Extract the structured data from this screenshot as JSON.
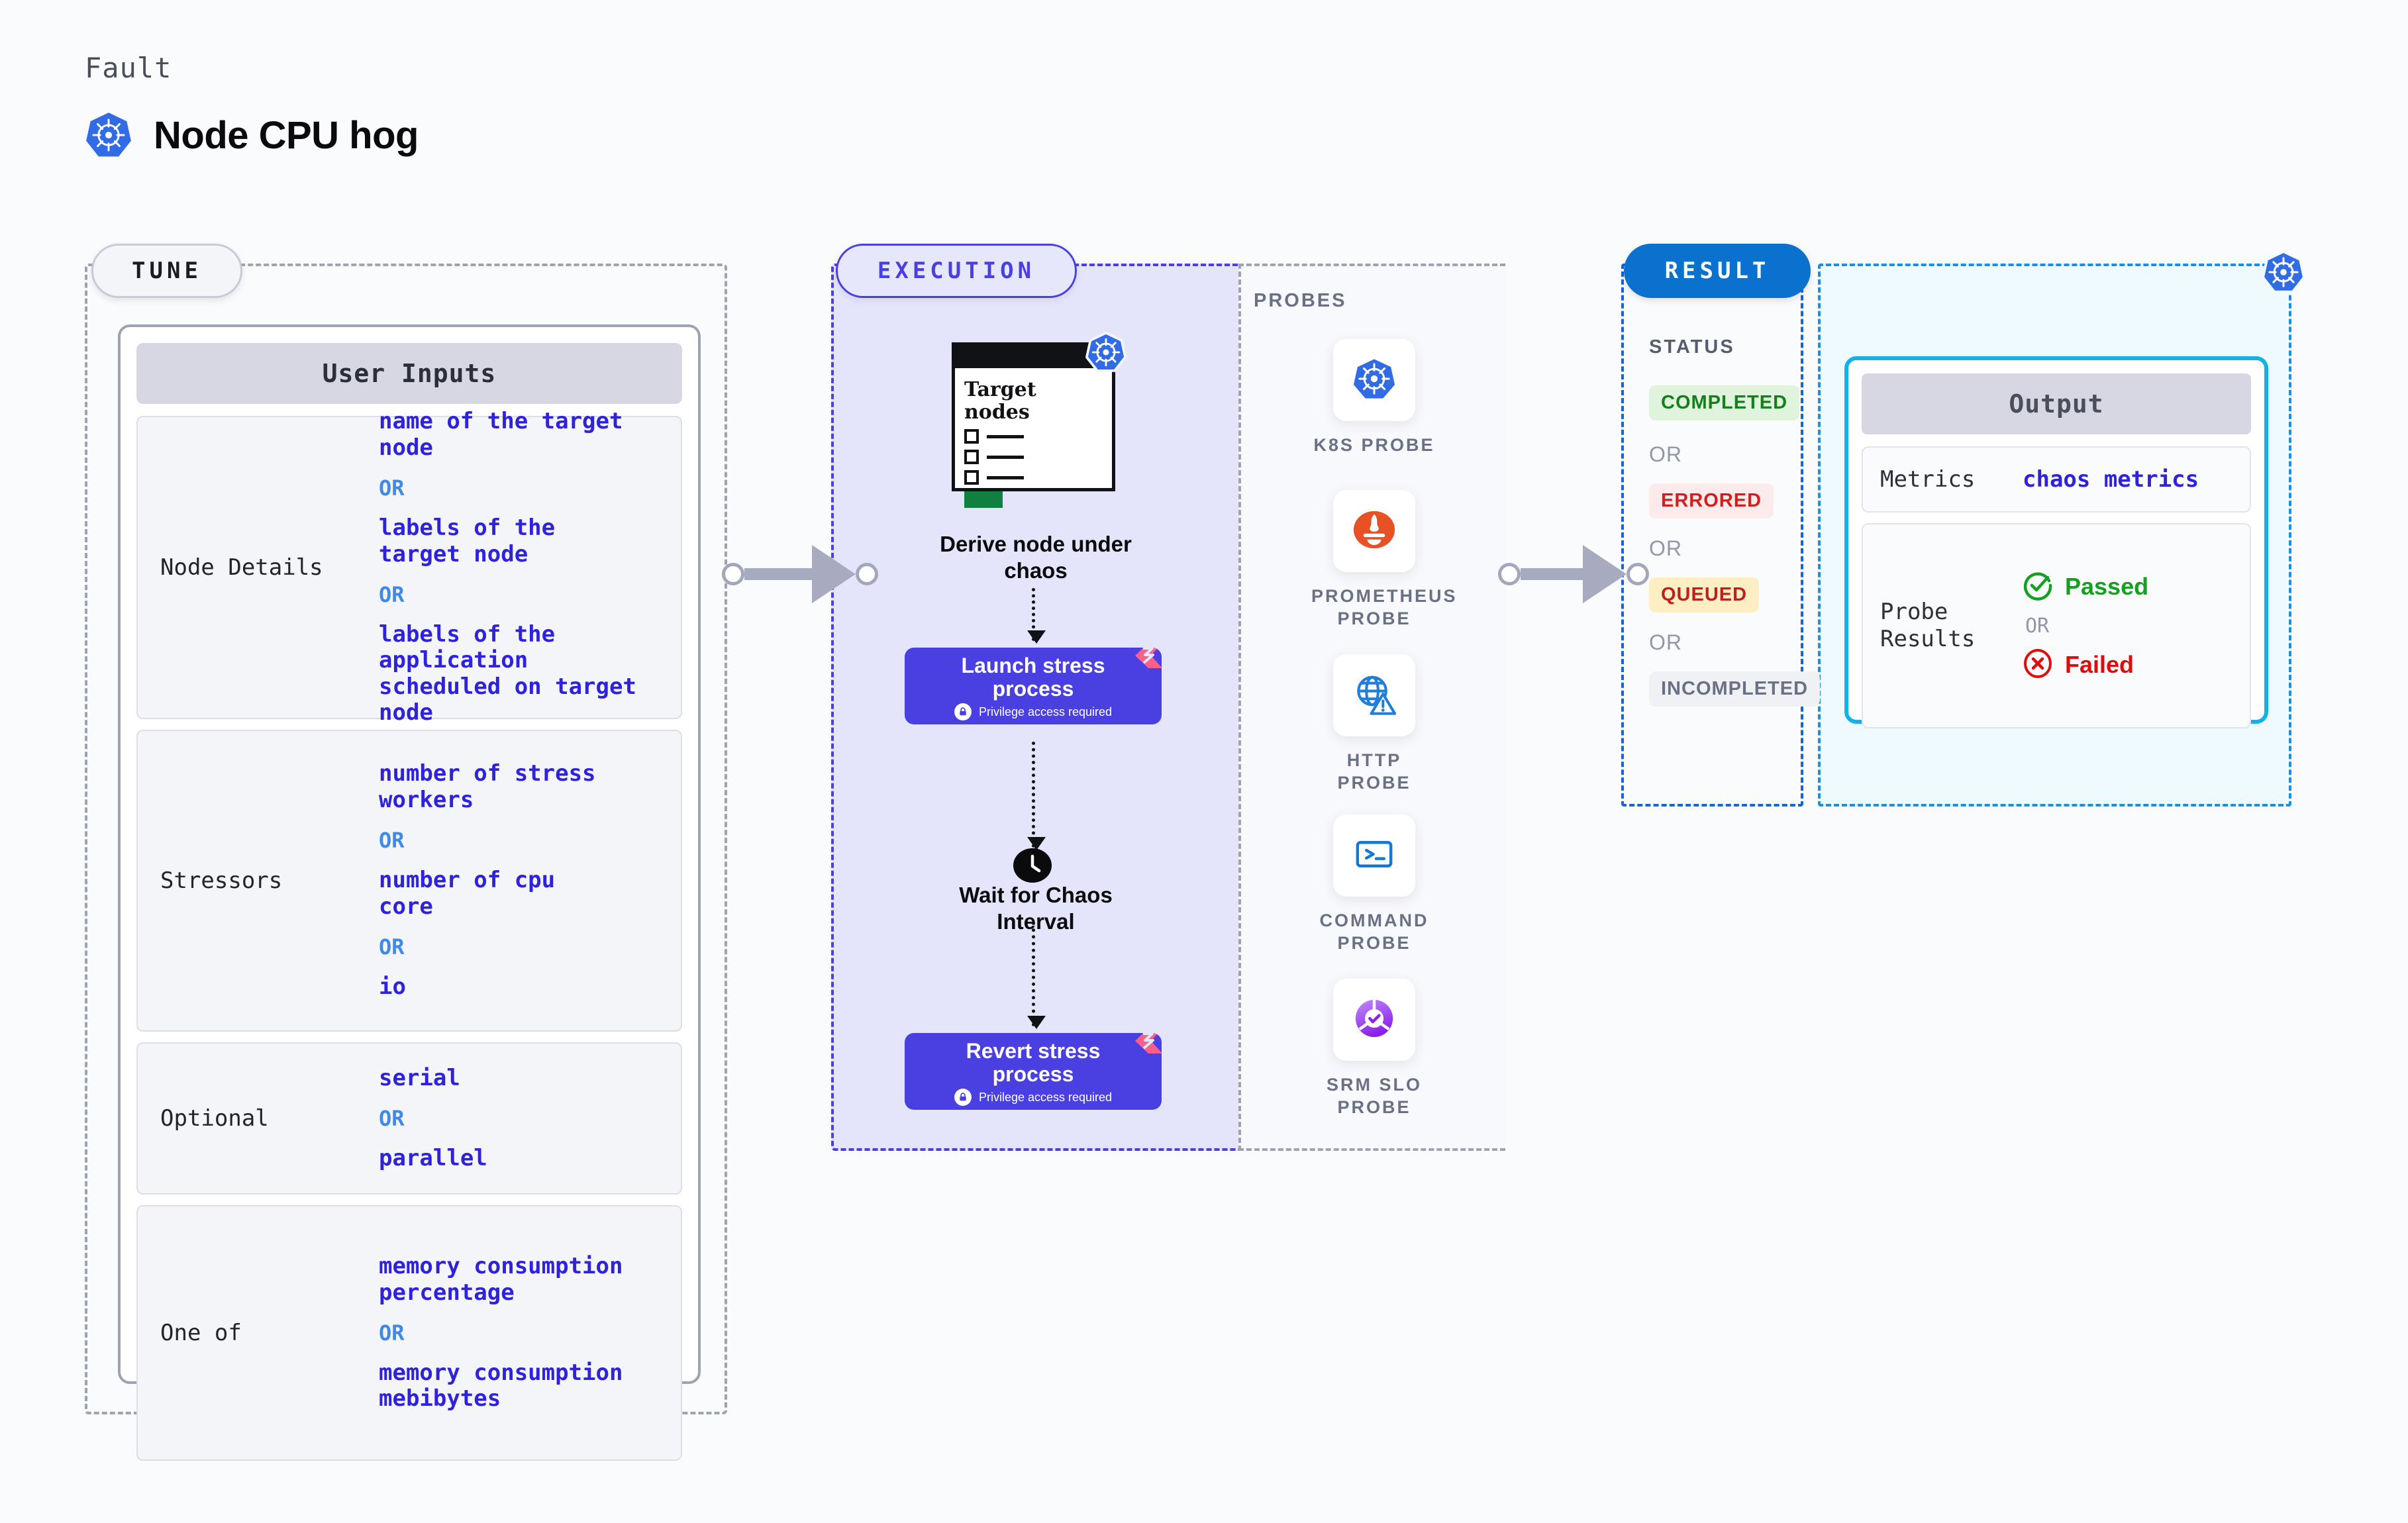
{
  "header": {
    "eyebrow": "Fault",
    "title": "Node CPU hog",
    "icon": "kubernetes-icon"
  },
  "sections": {
    "tune": {
      "pill_label": "TUNE"
    },
    "execution": {
      "pill_label": "EXECUTION"
    },
    "result": {
      "pill_label": "RESULT"
    }
  },
  "tune": {
    "card_title": "User Inputs",
    "groups": [
      {
        "label": "Node Details",
        "items": [
          "name of the target\nnode",
          "labels of the\ntarget node",
          "labels of the application\n scheduled on target node"
        ],
        "separator": "OR"
      },
      {
        "label": "Stressors",
        "items": [
          "number of stress\nworkers",
          "number of cpu\ncore",
          "io"
        ],
        "separator": "OR"
      },
      {
        "label": "Optional",
        "items": [
          "serial",
          "parallel"
        ],
        "separator": "OR"
      },
      {
        "label": "One of",
        "items": [
          "memory consumption\npercentage",
          "memory consumption\nmebibytes"
        ],
        "separator": "OR"
      }
    ]
  },
  "execution": {
    "derive": {
      "card_heading": "Target\nnodes",
      "caption": "Derive node under\nchaos",
      "badge_icon": "kubernetes-icon"
    },
    "steps": [
      {
        "title": "Launch stress\nprocess",
        "subtext": "Privilege access required",
        "lock_icon": "lock-icon",
        "corner_icon": "litmus-chaos-icon"
      },
      {
        "title": "Revert stress\nprocess",
        "subtext": "Privilege access required",
        "lock_icon": "lock-icon",
        "corner_icon": "litmus-chaos-icon"
      }
    ],
    "wait": {
      "caption": "Wait for Chaos\nInterval",
      "icon": "clock-icon"
    }
  },
  "probes": {
    "label": "PROBES",
    "items": [
      {
        "name": "K8S PROBE",
        "icon": "kubernetes-icon"
      },
      {
        "name": "PROMETHEUS\nPROBE",
        "icon": "prometheus-icon"
      },
      {
        "name": "HTTP PROBE",
        "icon": "globe-warning-icon"
      },
      {
        "name": "COMMAND\nPROBE",
        "icon": "terminal-icon"
      },
      {
        "name": "SRM SLO\nPROBE",
        "icon": "srm-slo-icon"
      }
    ]
  },
  "result": {
    "status_label": "STATUS",
    "separator": "OR",
    "statuses": [
      {
        "label": "COMPLETED",
        "bg": "#dff3dd",
        "fg": "#14801c"
      },
      {
        "label": "ERRORED",
        "bg": "#fdeaea",
        "fg": "#cf1f1f"
      },
      {
        "label": "QUEUED",
        "bg": "#fdeec4",
        "fg": "#c11f1f"
      },
      {
        "label": "INCOMPLETED",
        "bg": "#f0f1f5",
        "fg": "#6b7185"
      }
    ],
    "corner_icon": "kubernetes-icon"
  },
  "output": {
    "card_title": "Output",
    "metrics": {
      "label": "Metrics",
      "value": "chaos metrics"
    },
    "probe_results": {
      "label": "Probe\nResults",
      "passed": "Passed",
      "failed": "Failed",
      "separator": "OR",
      "passed_icon": "check-circle-icon",
      "failed_icon": "x-circle-icon"
    }
  },
  "colors": {
    "accent_purple": "#4a3fe0",
    "accent_blue": "#0a72ce",
    "value_blue": "#2f22dd",
    "or_blue": "#3f8ae6",
    "kubernetes_blue": "#326ce5",
    "litmus_pink": "#fc5f8a",
    "success_green": "#14801c",
    "error_red": "#cf1f1f"
  }
}
